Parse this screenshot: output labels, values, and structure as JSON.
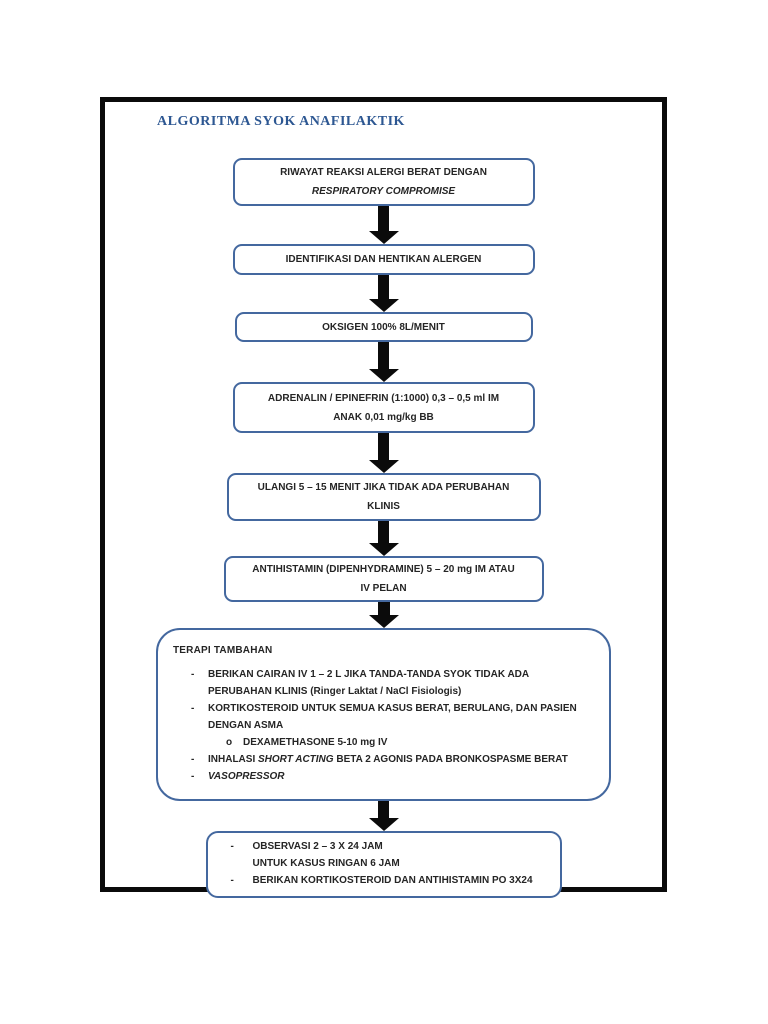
{
  "title": "ALGORITMA SYOK ANAFILAKTIK",
  "colors": {
    "box_border": "#44689f",
    "title_text": "#2d5792",
    "body_text": "#252525",
    "arrow": "#0b0b0b",
    "frame_border": "#0b0b0b",
    "page_background": "#ffffff"
  },
  "boxes": [
    {
      "lines": [
        {
          "text": "RIWAYAT REAKSI ALERGI BERAT DENGAN"
        },
        {
          "text": "RESPIRATORY COMPROMISE"
        }
      ]
    },
    {
      "lines": [
        {
          "text": "IDENTIFIKASI DAN HENTIKAN ALERGEN"
        }
      ]
    },
    {
      "lines": [
        {
          "text": "OKSIGEN 100% 8L/MENIT"
        }
      ]
    },
    {
      "lines": [
        {
          "text": "ADRENALIN / EPINEFRIN (1:1000) 0,3 – 0,5 ml IM"
        },
        {
          "text": "ANAK 0,01 mg/kg BB"
        }
      ]
    },
    {
      "lines": [
        {
          "text": "ULANGI 5 – 15 MENIT JIKA TIDAK ADA PERUBAHAN"
        },
        {
          "text": "KLINIS"
        }
      ]
    },
    {
      "lines": [
        {
          "text": "ANTIHISTAMIN (DIPENHYDRAMINE) 5 – 20 mg IM ATAU"
        },
        {
          "text": "IV PELAN"
        }
      ]
    }
  ],
  "terapi": {
    "heading": "TERAPI TAMBAHAN",
    "bullet_marker": "-",
    "sub_marker": "o",
    "bullet1": {
      "line1": "BERIKAN CAIRAN IV 1 – 2 L JIKA TANDA-TANDA SYOK TIDAK ADA",
      "line2": "PERUBAHAN KLINIS (Ringer Laktat / NaCl Fisiologis)"
    },
    "bullet2": {
      "line1": "KORTIKOSTEROID UNTUK SEMUA KASUS BERAT, BERULANG, DAN PASIEN",
      "line2": "DENGAN ASMA",
      "sub_text": "DEXAMETHASONE 5-10 mg IV"
    },
    "bullet3": {
      "seg1": "INHALASI ",
      "seg2": "SHORT ACTING",
      "seg3": " BETA 2 AGONIS PADA BRONKOSPASME BERAT"
    },
    "bullet4": {
      "text": "VASOPRESSOR"
    }
  },
  "observasi": {
    "bullet_marker": "-",
    "bullet1": {
      "line1": "OBSERVASI 2 – 3 X 24 JAM",
      "line2": "UNTUK KASUS RINGAN 6 JAM"
    },
    "bullet2": {
      "line1": "BERIKAN KORTIKOSTEROID DAN ANTIHISTAMIN PO 3X24"
    }
  }
}
